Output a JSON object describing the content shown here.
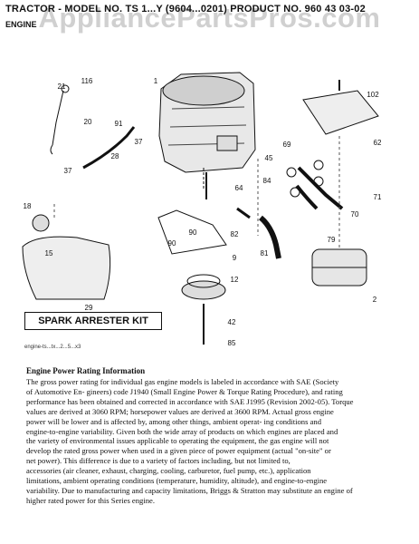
{
  "header": {
    "title": "TRACTOR - MODEL NO. TS 1...Y (9604...0201) PRODUCT NO. 960 43 03-02",
    "subtitle": "ENGINE",
    "watermark": "AppliancePartsPros.com"
  },
  "callouts": [
    "1",
    "116",
    "21",
    "20",
    "91",
    "37",
    "28",
    "37",
    "45",
    "64",
    "84",
    "102",
    "62",
    "69",
    "71",
    "70",
    "18",
    "15",
    "90",
    "90",
    "82",
    "81",
    "79",
    "9",
    "12",
    "2",
    "29",
    "42",
    "85"
  ],
  "spark_kit_label": "SPARK ARRESTER KIT",
  "figure_ref": "engine-ts...tx...2...5...x3",
  "section": {
    "title": "Engine Power Rating Information",
    "lines": [
      "The gross power rating for individual gas engine models is labeled in accordance with SAE (Society",
      "of Automotive En- gineers) code J1940 (Small Engine Power & Torque Rating Procedure), and rating",
      "performance has been obtained and corrected in accordance with SAE J1995 (Revision 2002-05). Torque",
      "values are derived at 3060 RPM; horsepower values are derived at 3600 RPM. Actual gross engine",
      "power will be lower and is affected by, among other things, ambient operat- ing conditions and",
      "engine-to-engine variability. Given both the wide array of products on which engines are placed and",
      "the variety of environmental issues applicable to operating the equipment, the gas engine will not",
      "develop the rated gross power when used in a given piece of power equipment (actual \"on-site\" or",
      "net power). This difference is due to a variety of factors including, but not limited to,",
      "accessories (air cleaner, exhaust, charging, cooling, carburetor, fuel pump, etc.), application",
      "limitations, ambient operating conditions (temperature, humidity, altitude), and engine-to-engine",
      "variability. Due to manufacturing and capacity limitations, Briggs & Stratton may substitute an engine of",
      "higher rated power for this Series engine."
    ]
  }
}
